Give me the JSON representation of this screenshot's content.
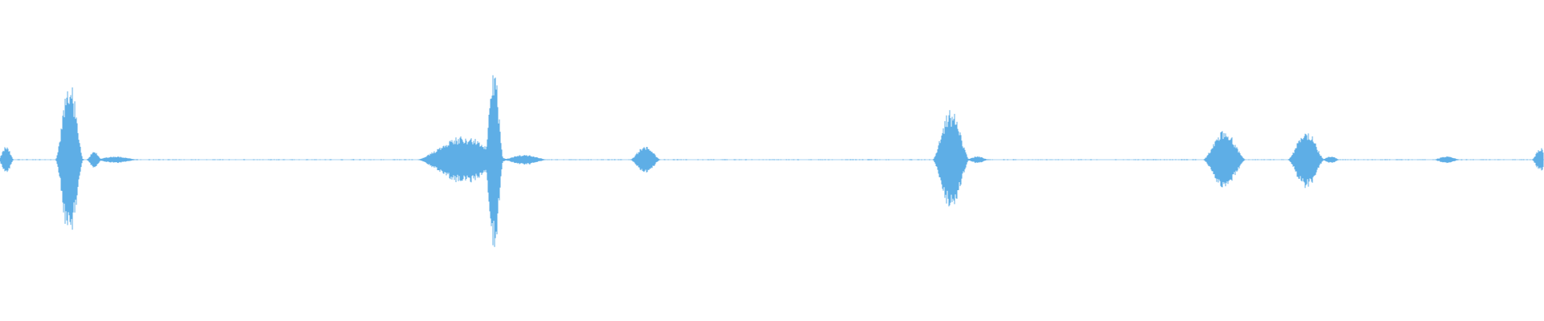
{
  "waveform": {
    "color": "#5eaee6",
    "background": "#ffffff",
    "duration_fraction_segments": [
      {
        "center": 0.004,
        "width": 0.01,
        "amplitude": 0.08
      },
      {
        "center": 0.045,
        "width": 0.018,
        "amplitude": 0.46
      },
      {
        "center": 0.061,
        "width": 0.01,
        "amplitude": 0.05
      },
      {
        "center": 0.075,
        "width": 0.03,
        "amplitude": 0.02
      },
      {
        "center": 0.3,
        "width": 0.06,
        "amplitude": 0.14
      },
      {
        "center": 0.32,
        "width": 0.012,
        "amplitude": 0.55
      },
      {
        "center": 0.34,
        "width": 0.03,
        "amplitude": 0.03
      },
      {
        "center": 0.418,
        "width": 0.02,
        "amplitude": 0.08
      },
      {
        "center": 0.616,
        "width": 0.024,
        "amplitude": 0.29
      },
      {
        "center": 0.633,
        "width": 0.015,
        "amplitude": 0.02
      },
      {
        "center": 0.793,
        "width": 0.028,
        "amplitude": 0.17
      },
      {
        "center": 0.846,
        "width": 0.024,
        "amplitude": 0.17
      },
      {
        "center": 0.862,
        "width": 0.012,
        "amplitude": 0.02
      },
      {
        "center": 0.937,
        "width": 0.018,
        "amplitude": 0.02
      },
      {
        "center": 0.998,
        "width": 0.012,
        "amplitude": 0.07
      }
    ]
  }
}
